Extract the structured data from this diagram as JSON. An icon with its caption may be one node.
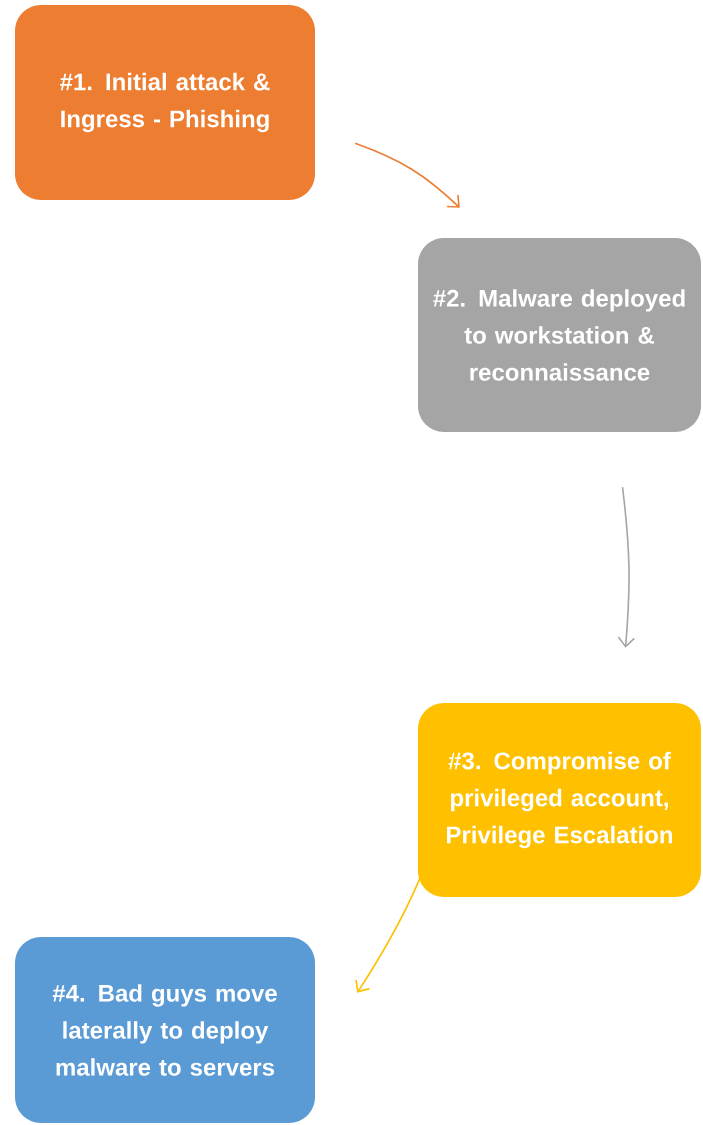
{
  "diagram": {
    "nodes": [
      {
        "text": [
          "#1. Initial attack & Ingress - Phishing"
        ]
      },
      {
        "text": [
          "#2. Malware deployed to workstation & reconnaissance"
        ]
      },
      {
        "text": [
          "#3. Compromise of privileged account, Privilege Escalation"
        ]
      },
      {
        "text": [
          "#4. Bad guys move laterally to deploy malware to servers"
        ]
      }
    ],
    "edges": [
      {
        "from": 0,
        "to": 1,
        "arrow": "to",
        "color": "#ed7d31"
      },
      {
        "from": 1,
        "to": 2,
        "arrow": "to",
        "color": "#a5a5a5"
      },
      {
        "from": 2,
        "to": 3,
        "arrow": "to",
        "color": "#ffc000"
      }
    ]
  }
}
